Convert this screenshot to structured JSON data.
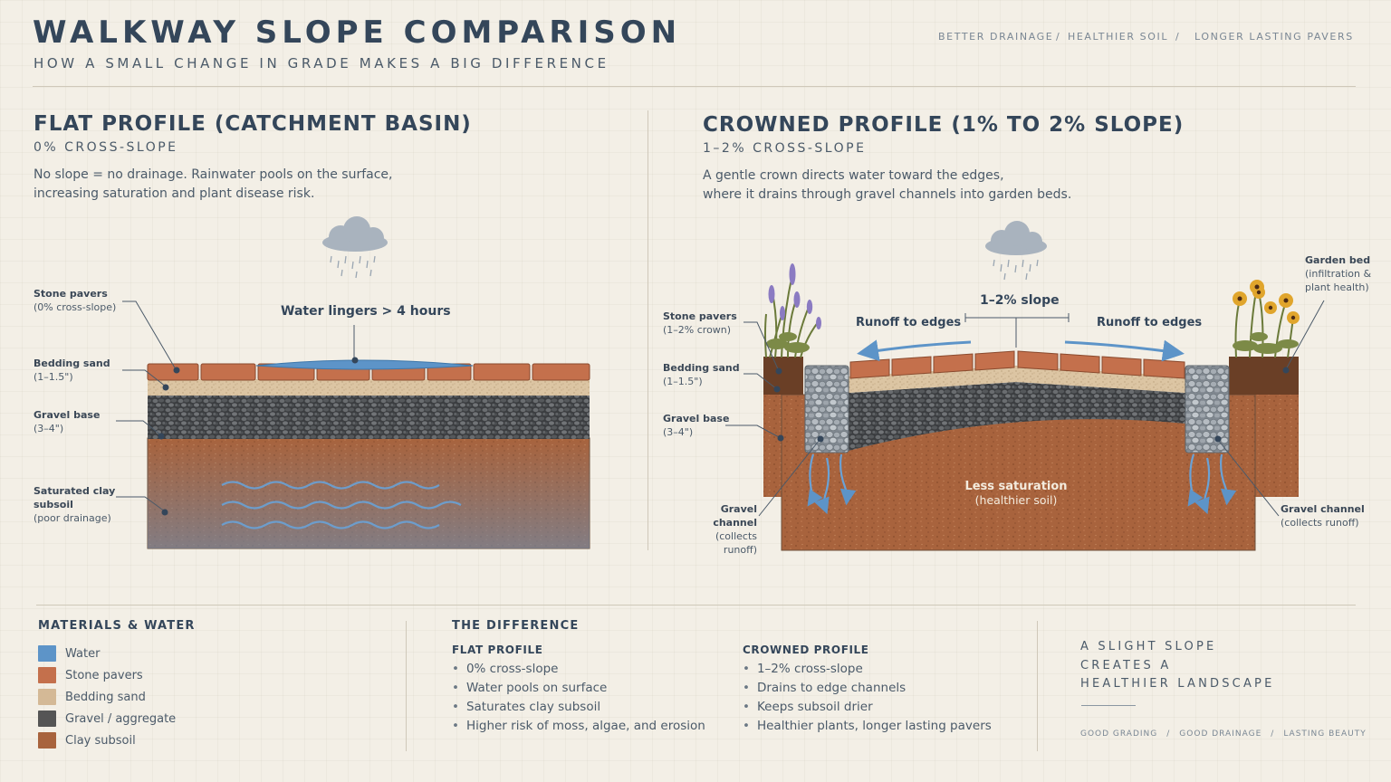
{
  "header": {
    "title": "WALKWAY SLOPE COMPARISON",
    "subtitle": "HOW A SMALL CHANGE IN GRADE MAKES A BIG DIFFERENCE",
    "tags": [
      "BETTER DRAINAGE",
      "/",
      "HEALTHIER SOIL",
      "/",
      "LONGER LASTING PAVERS"
    ]
  },
  "flat": {
    "title": "FLAT PROFILE (CATCHMENT BASIN)",
    "subtitle": "0% CROSS-SLOPE",
    "desc1": "No slope = no drainage. Rainwater pools on the surface,",
    "desc2": "increasing saturation and plant disease risk.",
    "callout": "Water lingers > 4 hours",
    "labels": {
      "pavers_b": "Stone pavers",
      "pavers_n": "(0% cross-slope)",
      "sand_b": "Bedding sand",
      "sand_n": "(1–1.5\")",
      "gravel_b": "Gravel base",
      "gravel_n": "(3–4\")",
      "clay_b1": "Saturated clay",
      "clay_b2": "subsoil",
      "clay_n": "(poor drainage)"
    }
  },
  "crowned": {
    "title": "CROWNED  PROFILE (1% TO 2% SLOPE)",
    "subtitle": "1–2% CROSS-SLOPE",
    "desc1": "A gentle crown directs water toward the edges,",
    "desc2": "where it drains through gravel channels into garden beds.",
    "slope_label": "1–2% slope",
    "runoff_left": "Runoff to edges",
    "runoff_right": "Runoff to edges",
    "soil_b": "Less saturation",
    "soil_n": "(healthier soil)",
    "labels": {
      "pavers_b": "Stone pavers",
      "pavers_n": "(1–2% crown)",
      "sand_b": "Bedding sand",
      "sand_n": "(1–1.5\")",
      "gravel_b": "Gravel base",
      "gravel_n": "(3–4\")",
      "channel_l_b": "Gravel channel",
      "channel_l_n": "(collects runoff)",
      "channel_r_b": "Gravel channel",
      "channel_r_n": "(collects runoff)",
      "garden_b": "Garden bed",
      "garden_n1": "(infiltration &",
      "garden_n2": "plant health)"
    }
  },
  "legend": {
    "title": "MATERIALS & WATER",
    "items": [
      {
        "label": "Water",
        "color": "#5d94c8"
      },
      {
        "label": "Stone pavers",
        "color": "#c4704c"
      },
      {
        "label": "Bedding sand",
        "color": "#d4b996"
      },
      {
        "label": "Gravel / aggregate",
        "color": "#555555"
      },
      {
        "label": "Clay subsoil",
        "color": "#a8633d"
      }
    ]
  },
  "difference": {
    "title": "THE DIFFERENCE",
    "flat_title": "FLAT PROFILE",
    "flat_items": [
      "0% cross-slope",
      "Water pools on surface",
      "Saturates clay subsoil",
      "Higher risk of moss, algae, and erosion"
    ],
    "crowned_title": "CROWNED PROFILE",
    "crowned_items": [
      "1–2% cross-slope",
      "Drains to edge channels",
      "Keeps subsoil drier",
      "Healthier plants, longer lasting pavers"
    ]
  },
  "closing": {
    "line1": "A SLIGHT SLOPE",
    "line2": "CREATES A",
    "line3": "HEALTHIER LANDSCAPE",
    "tags": [
      "GOOD GRADING",
      "/",
      "GOOD DRAINAGE",
      "/",
      "LASTING BEAUTY"
    ]
  }
}
